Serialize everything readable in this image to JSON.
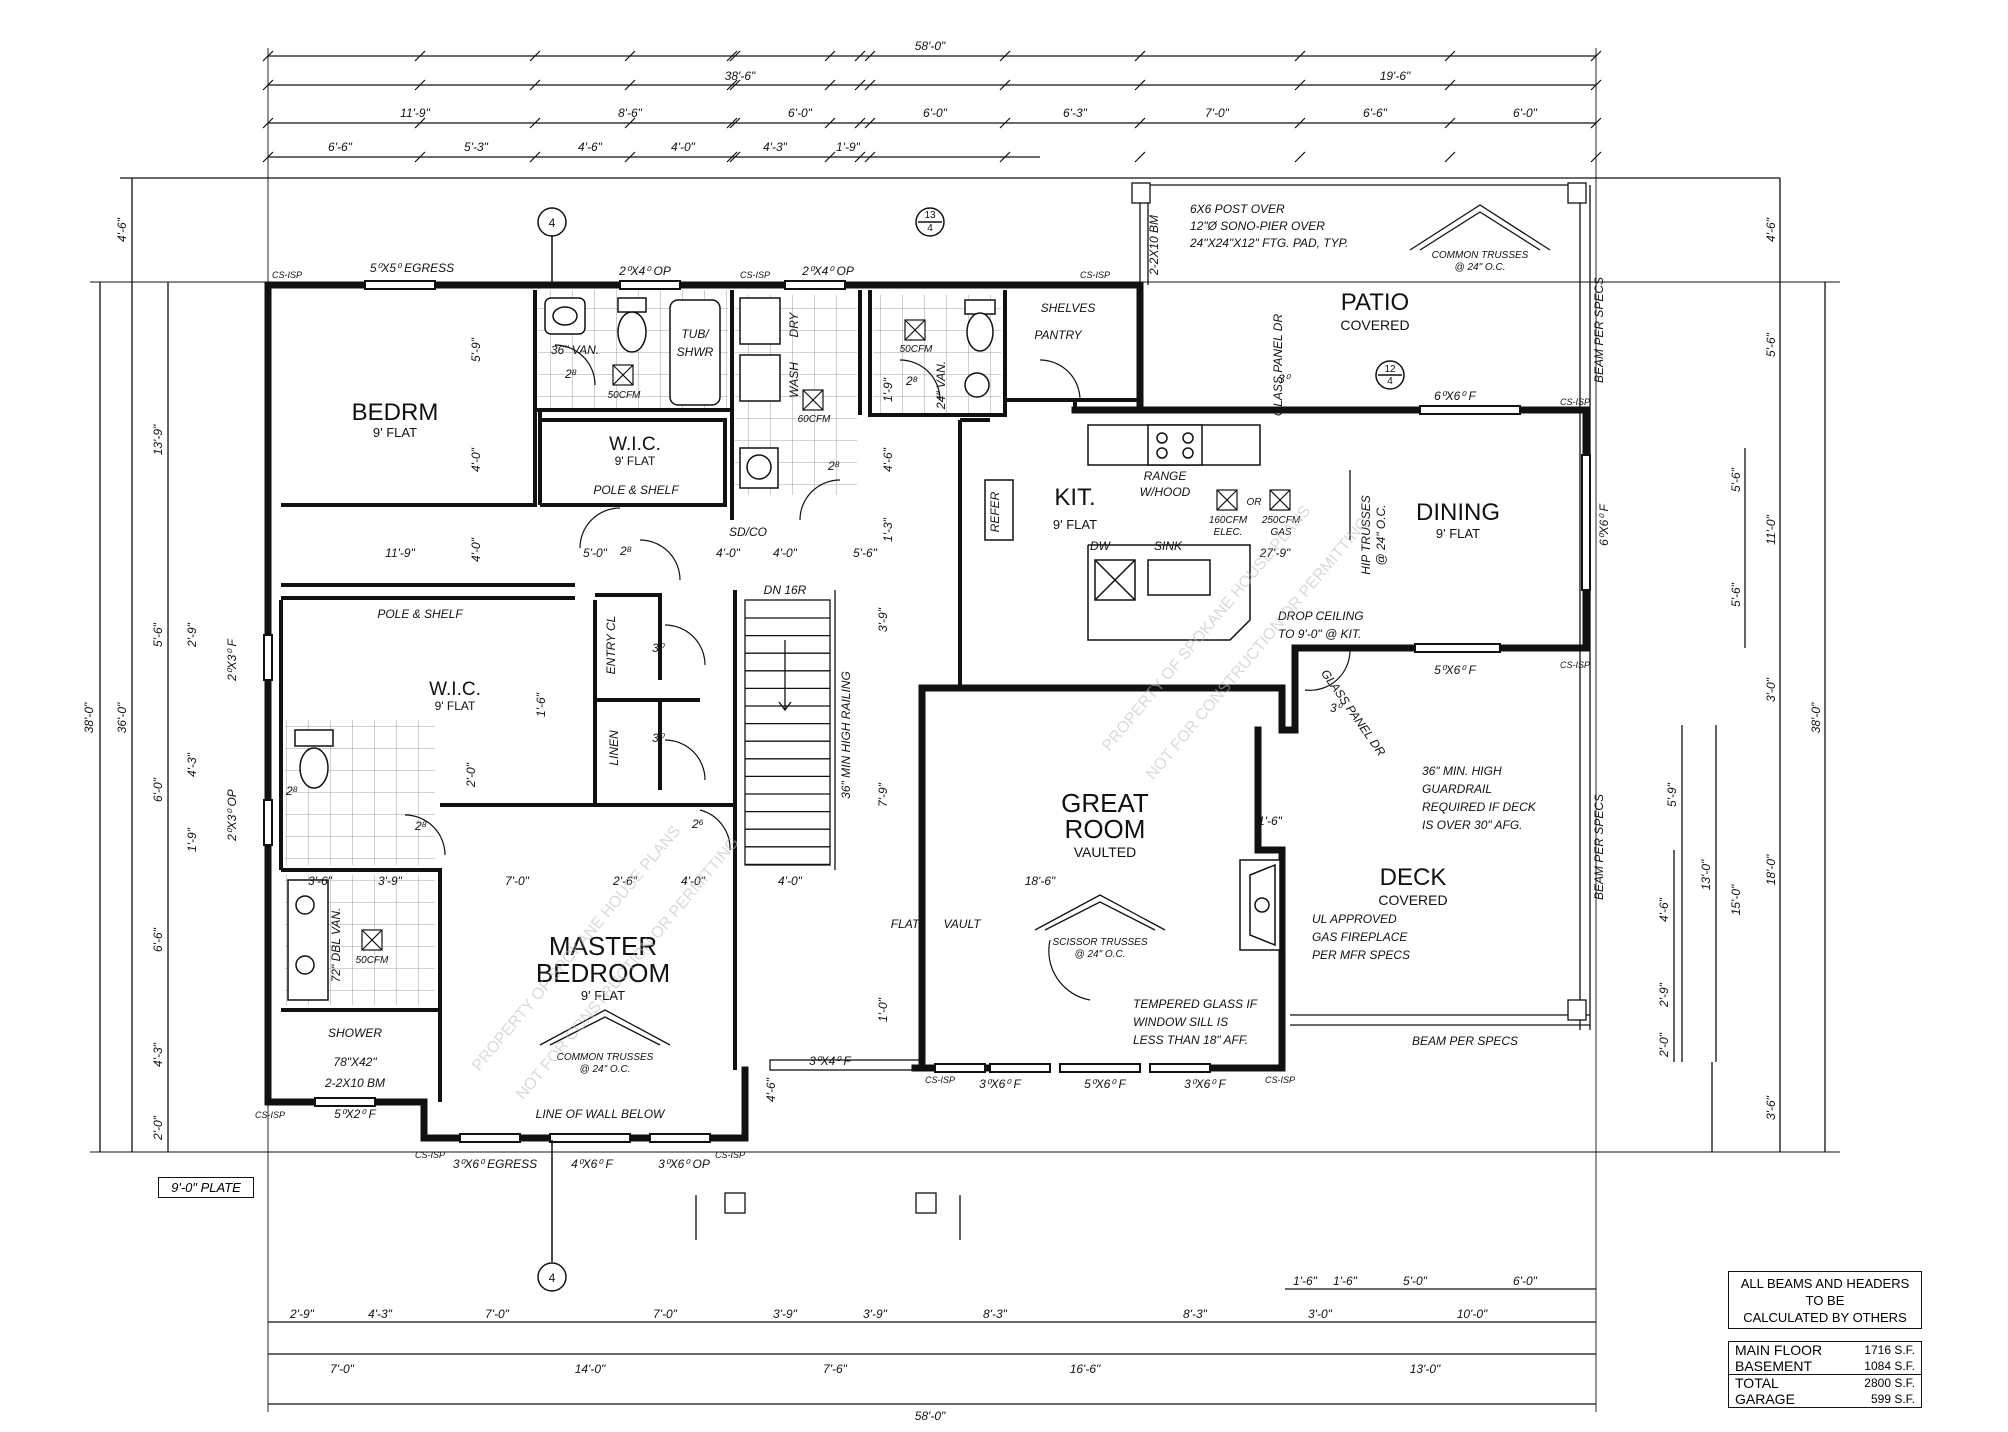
{
  "rooms": {
    "bedrm": {
      "name": "BEDRM",
      "ceiling": "9' FLAT"
    },
    "wic_upper": {
      "name": "W.I.C.",
      "ceiling": "9' FLAT"
    },
    "wic_lower": {
      "name": "W.I.C.",
      "ceiling": "9' FLAT"
    },
    "kit": {
      "name": "KIT.",
      "ceiling": "9' FLAT"
    },
    "dining": {
      "name": "DINING",
      "ceiling": "9' FLAT"
    },
    "patio": {
      "name": "PATIO",
      "sub": "COVERED"
    },
    "great_room": {
      "name_1": "GREAT",
      "name_2": "ROOM",
      "sub": "VAULTED"
    },
    "deck": {
      "name": "DECK",
      "sub": "COVERED"
    },
    "master": {
      "name_1": "MASTER",
      "name_2": "BEDROOM",
      "ceiling": "9' FLAT"
    }
  },
  "labels": {
    "tub": "TUB/",
    "shwr": "SHWR",
    "van36": "36\" VAN.",
    "van24": "24\" VAN.",
    "dry": "DRY",
    "wash": "WASH",
    "shelves": "SHELVES",
    "pantry": "PANTRY",
    "refer": "REFER",
    "range": "RANGE",
    "whood": "W/HOOD",
    "dw": "DW",
    "sink": "SINK",
    "pole_shelf": "POLE & SHELF",
    "entry_cl": "ENTRY CL",
    "linen": "LINEN",
    "dn": "DN 16R",
    "railing": "36\" MIN HIGH RAILING",
    "dbl_van": "72\" DBL VAN.",
    "shower": "SHOWER",
    "shower_size": "78\"X42\"",
    "bm": "2-2X10 BM",
    "flat_vault": "FLAT",
    "vault": "VAULT",
    "line_wall": "LINE OF WALL BELOW",
    "fan50": "50CFM",
    "fan60": "60CFM",
    "fan160": "160CFM",
    "fan250": "250CFM",
    "elec": "ELEC.",
    "gas": "GAS",
    "or": "OR",
    "soco": "SD/CO"
  },
  "notes": {
    "post": [
      "6X6 POST OVER",
      "12\"Ø SONO-PIER OVER",
      "24\"X24\"X12\" FTG. PAD, TYP."
    ],
    "common_trusses_top": [
      "COMMON TRUSSES",
      "@ 24\" O.C."
    ],
    "hip_trusses": [
      "HIP TRUSSES",
      "@ 24\" O.C."
    ],
    "drop_ceiling": [
      "DROP CEILING",
      "TO 9'-0\" @ KIT."
    ],
    "guardrail": [
      "36\" MIN. HIGH",
      "GUARDRAIL",
      "REQUIRED IF DECK",
      "IS OVER 30\" AFG."
    ],
    "fireplace": [
      "UL APPROVED",
      "GAS FIREPLACE",
      "PER MFR SPECS"
    ],
    "scissor": [
      "SCISSOR TRUSSES",
      "@ 24\" O.C."
    ],
    "tempered": [
      "TEMPERED GLASS IF",
      "WINDOW SILL IS",
      "LESS THAN 18\" AFF."
    ],
    "common_master": [
      "COMMON TRUSSES",
      "@ 24\" O.C."
    ],
    "beam_specs_1": "BEAM PER SPECS",
    "beam_specs_2": "BEAM PER SPECS",
    "beam_specs_3": "BEAM PER SPECS",
    "bm_2x10": "2-2X10 BM",
    "glass_panel_top": "GLASS PANEL DR",
    "glass_panel_mid": "GLASS PANEL DR"
  },
  "openings": {
    "egress_top": "5⁰X5⁰ EGRESS",
    "op_1": "2⁰X4⁰ OP",
    "op_2": "2⁰X4⁰ OP",
    "win_patio": "6⁰X6⁰ F",
    "win_dining": "6⁰X6⁰ F",
    "win_mid": "5⁰X6⁰ F",
    "win_left1": "2⁰X3⁰ F",
    "win_left2": "2⁰X3⁰ OP",
    "win_bath": "5⁰X2⁰ F",
    "egress_bot": "3⁰X6⁰ EGRESS",
    "win_b2": "4⁰X6⁰ F",
    "win_b3": "3⁰X6⁰ OP",
    "win_g1": "3⁰X4⁰ F",
    "win_g2": "3⁰X6⁰ F",
    "win_g3": "5⁰X6⁰ F",
    "win_g4": "3⁰X6⁰ F",
    "cs": "CS-ISP",
    "door28": "2⁸",
    "door30": "3⁰",
    "door26": "2⁶"
  },
  "dims": {
    "top_total": "58'-0\"",
    "top_l": "38'-6\"",
    "top_r": "19'-6\"",
    "top_row3": [
      "11'-9\"",
      "8'-6\"",
      "6'-0\"",
      "6'-0\"",
      "6'-3\"",
      "7'-0\"",
      "6'-6\"",
      "6'-0\""
    ],
    "top_row4": [
      "6'-6\"",
      "5'-3\"",
      "4'-6\"",
      "4'-0\"",
      "4'-3\"",
      "1'-9\""
    ],
    "bot_total": "58'-0\"",
    "bot_row2": [
      "7'-0\"",
      "14'-0\"",
      "7'-6\"",
      "16'-6\"",
      "13'-0\""
    ],
    "bot_row3": [
      "2'-9\"",
      "4'-3\"",
      "7'-0\"",
      "7'-0\"",
      "3'-9\"",
      "3'-9\"",
      "8'-3\"",
      "8'-3\"",
      "3'-0\"",
      "10'-0\""
    ],
    "bot_row4": [
      "1'-6\"",
      "1'-6\"",
      "5'-0\"",
      "6'-0\""
    ],
    "left_outer": "38'-0\"",
    "left_2": "36'-0\"",
    "left_top": "4'-6\"",
    "left_13": "13'-9\"",
    "left_col": [
      "5'-6\"",
      "2'-9\"",
      "4'-3\"",
      "6'-0\"",
      "1'-9\"",
      "6'-6\"",
      "4'-3\"",
      "2'-0\""
    ],
    "right_outer": "38'-0\"",
    "right_top": "4'-6\"",
    "right_col": [
      "5'-6\"",
      "5'-6\"",
      "11'-0\"",
      "5'-6\"",
      "3'-0\"",
      "18'-0\"",
      "15'-0\"",
      "13'-0\"",
      "5'-9\"",
      "4'-6\"",
      "2'-9\"",
      "2'-0\"",
      "3'-6\""
    ],
    "interior": [
      "11'-9\"",
      "5'-0\"",
      "4'-0\"",
      "4'-0\"",
      "5'-6\"",
      "7'-0\"",
      "2'-6\"",
      "4'-0\"",
      "4'-0\"",
      "18'-6\"",
      "27'-9\"",
      "3'-9\"",
      "7'-9\"",
      "1'-0\"",
      "3'-6\"",
      "3'-9\"",
      "4'-6\"",
      "1'-6\"",
      "2'-0\"",
      "5'-9\"",
      "4'-0\"",
      "4'-0\"",
      "1'-9\"",
      "4'-6\"",
      "1'-3\"",
      "1'-6\""
    ]
  },
  "sections": {
    "a": "4",
    "b": "4",
    "c": "13",
    "d": "4",
    "e": "12"
  },
  "plate": "9'-0\" PLATE",
  "beam_note": [
    "ALL BEAMS AND HEADERS",
    "TO BE",
    "CALCULATED BY OTHERS"
  ],
  "areas": [
    {
      "label": "MAIN FLOOR",
      "value": "1716 S.F."
    },
    {
      "label": "BASEMENT",
      "value": "1084 S.F."
    },
    {
      "label": "TOTAL",
      "value": "2800 S.F."
    },
    {
      "label": "GARAGE",
      "value": "599 S.F."
    }
  ],
  "watermark": [
    "PROPERTY OF SPOKANE HOUSE PLANS",
    "NOT FOR CONSTRUCTION OR PERMITTING"
  ]
}
